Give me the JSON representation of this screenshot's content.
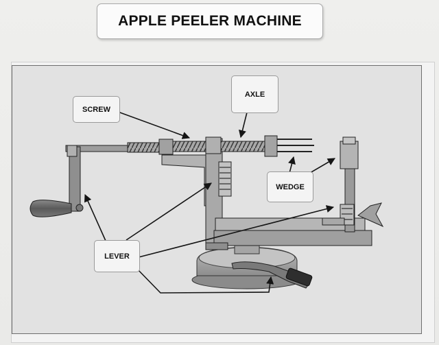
{
  "title": "APPLE PEELER MACHINE",
  "labels": {
    "screw": "SCREW",
    "axle": "AXLE",
    "wedge": "WEDGE",
    "lever": "LEVER"
  },
  "colors": {
    "wall": "#ededeb",
    "paper": "#e2e2e2",
    "ink": "#1a1a1a",
    "metal": "#9c9c9c"
  }
}
